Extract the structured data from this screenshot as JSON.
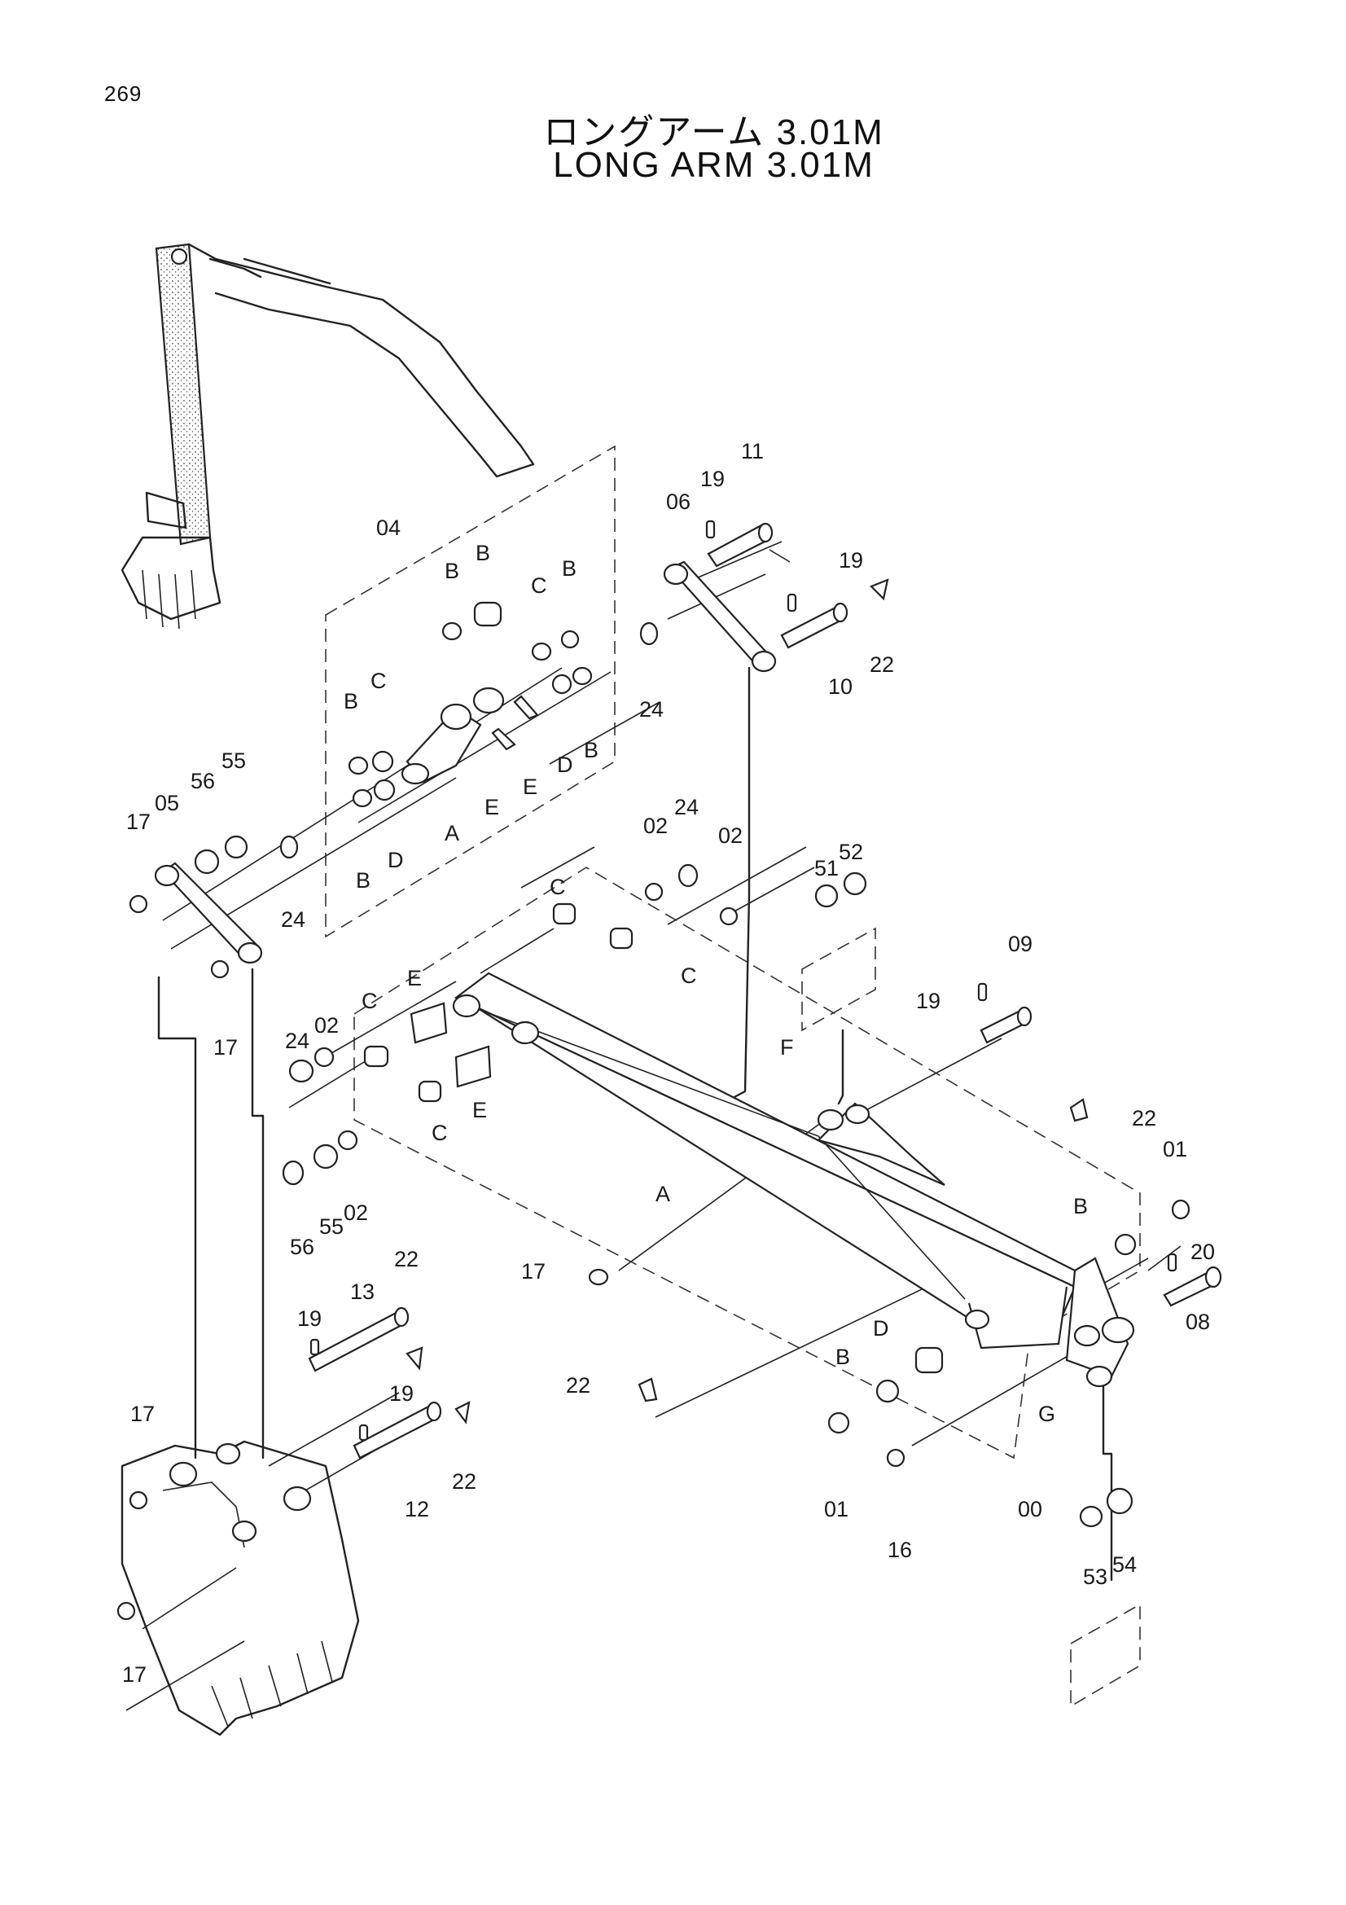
{
  "page_number": "269",
  "title_ja": "ロングアーム 3.01M",
  "title_en": "LONG ARM 3.01M",
  "colors": {
    "line": "#222222",
    "background": "#ffffff"
  },
  "callouts": {
    "c04": "04",
    "c06": "06",
    "c11": "11",
    "c19a": "19",
    "c19b": "19",
    "c22a": "22",
    "c10": "10",
    "c24a": "24",
    "cB1": "B",
    "cB2": "B",
    "cB3": "B",
    "cC1": "C",
    "cB4": "B",
    "cC2": "C",
    "cD1": "D",
    "cB5": "B",
    "cE1": "E",
    "cE2": "E",
    "cD2": "D",
    "cB6": "B",
    "cA1": "A",
    "c55a": "55",
    "c56a": "56",
    "c05": "05",
    "c17a": "17",
    "c24b": "24",
    "c17b": "17",
    "c02a": "02",
    "c24c": "24",
    "c02b": "02",
    "cC3": "C",
    "cC4": "C",
    "c51": "51",
    "c52": "52",
    "c09": "09",
    "c19c": "19",
    "cE3": "E",
    "cC5": "C",
    "c02c": "02",
    "c24d": "24",
    "cE4": "E",
    "cC6": "C",
    "cF": "F",
    "c22b": "22",
    "c01a": "01",
    "cB7": "B",
    "c20": "20",
    "c08": "08",
    "cA2": "A",
    "c56b": "56",
    "c55b": "55",
    "c02d": "02",
    "c17c": "17",
    "c22c": "22",
    "c13": "13",
    "c19d": "19",
    "c19e": "19",
    "c22d": "22",
    "c12": "12",
    "c17d": "17",
    "c17e": "17",
    "c22e": "22",
    "cD3": "D",
    "cB8": "B",
    "cG": "G",
    "c01b": "01",
    "c16": "16",
    "c00": "00",
    "c53": "53",
    "c54": "54"
  }
}
